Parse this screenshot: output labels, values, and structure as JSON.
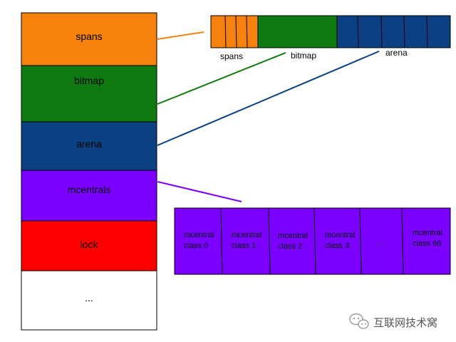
{
  "diagram": {
    "colors": {
      "spans": "#F5820D",
      "bitmap": "#0F7A0F",
      "arena": "#0B4182",
      "mcentrals": "#7C00FF",
      "lock": "#FF0000",
      "more": "#FFFFFF",
      "border": "#000000"
    },
    "stack": [
      {
        "key": "spans",
        "label": "spans"
      },
      {
        "key": "bitmap",
        "label": "bitmap"
      },
      {
        "key": "arena",
        "label": "arena"
      },
      {
        "key": "mcentrals",
        "label": "mcentrals"
      },
      {
        "key": "lock",
        "label": "lock"
      },
      {
        "key": "more",
        "label": "..."
      }
    ],
    "layout_strip": {
      "labels": {
        "spans": "spans",
        "bitmap": "bitmap",
        "arena": "arena"
      }
    },
    "mcentral_row": {
      "cells": [
        {
          "line1": "mcentral",
          "line2": "class 0"
        },
        {
          "line1": "mcentral",
          "line2": "class 1"
        },
        {
          "line1": "mcentral",
          "line2": "class 2"
        },
        {
          "line1": "mcentral",
          "line2": "class 3"
        },
        {
          "line1": "...",
          "line2": ""
        },
        {
          "line1": "mcentral",
          "line2": "class 66"
        }
      ]
    }
  },
  "watermark": {
    "icon": "wechat-icon",
    "text": "互联网技术窝"
  }
}
